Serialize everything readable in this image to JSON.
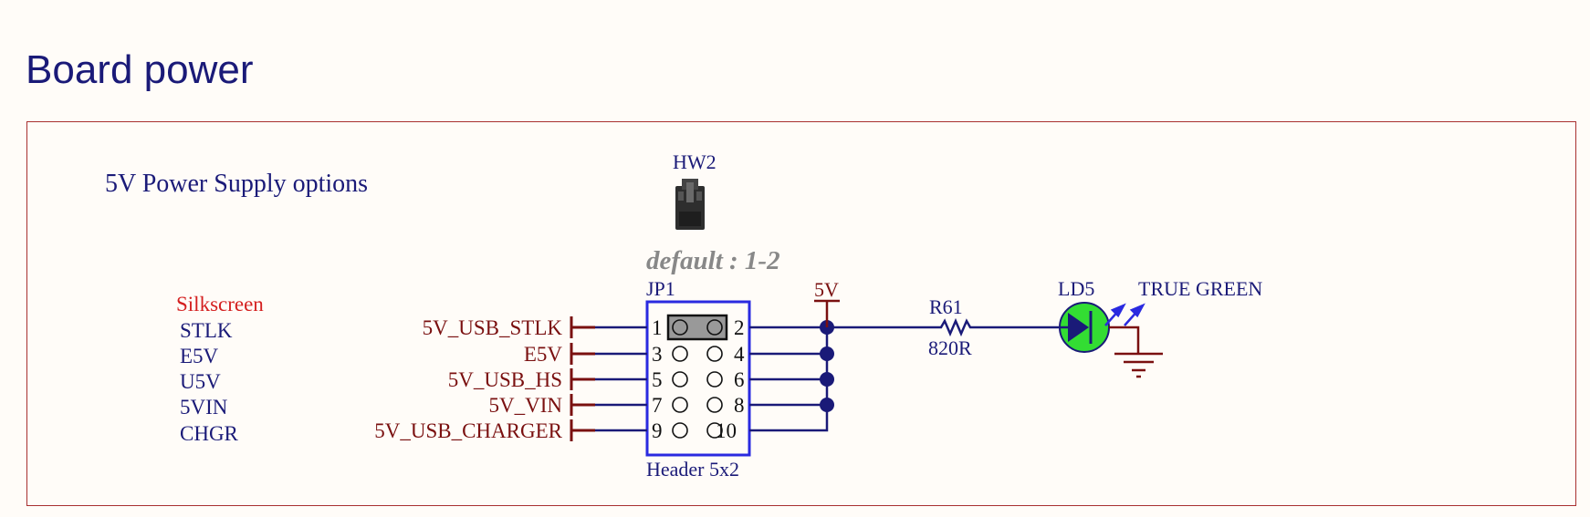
{
  "page": {
    "title": "Board power"
  },
  "sheet": {
    "section_title": "5V Power Supply options"
  },
  "silkscreen": {
    "heading": "Silkscreen",
    "items": [
      "STLK",
      "E5V",
      "U5V",
      "5VIN",
      "CHGR"
    ]
  },
  "nets": [
    "5V_USB_STLK",
    "E5V",
    "5V_USB_HS",
    "5V_VIN",
    "5V_USB_CHARGER"
  ],
  "jumper": {
    "ref": "HW2",
    "default_note": "default : 1-2"
  },
  "header": {
    "ref": "JP1",
    "name": "Header 5x2",
    "pins_left": [
      "1",
      "3",
      "5",
      "7",
      "9"
    ],
    "pins_right": [
      "2",
      "4",
      "6",
      "8",
      "10"
    ]
  },
  "power": {
    "label": "5V"
  },
  "resistor": {
    "ref": "R61",
    "value": "820R"
  },
  "led": {
    "ref": "LD5",
    "color_label": "TRUE GREEN"
  },
  "colors": {
    "wire": "#1a1a78",
    "net_label": "#7a1010",
    "silkscreen_heading": "#d42020",
    "frame": "#a83030",
    "header_outline": "#2a2ae0",
    "led_fill": "#33dd33",
    "note_gray": "#888888"
  }
}
